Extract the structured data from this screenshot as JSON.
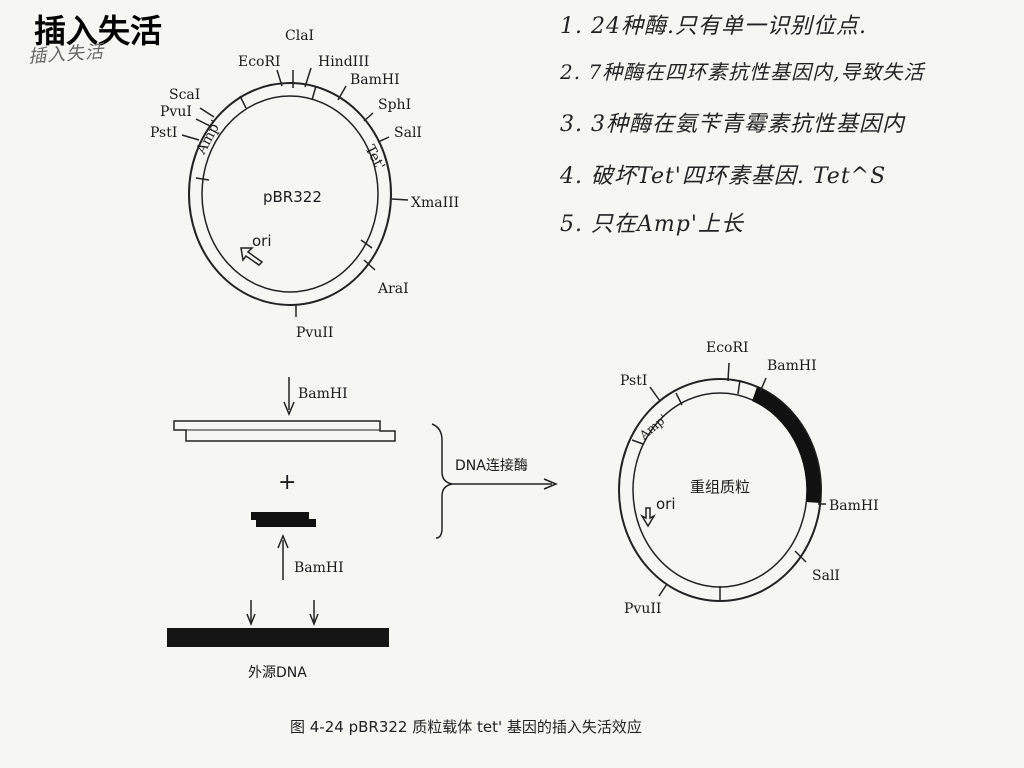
{
  "title": "插入失活",
  "handwriting": {
    "left_scribble": "插入失活",
    "notes": [
      "1. 24种酶.只有单一识别位点.",
      "2. 7种酶在四环素抗性基因内,导致失活",
      "3. 3种酶在氨苄青霉素抗性基因内",
      "4. 破坏Tet'四环素基因. Tet^S",
      "5. 只在Amp'上长"
    ]
  },
  "plasmid_top": {
    "name": "pBR322",
    "ori": "ori",
    "amp": "Amp'",
    "tet": "Tet'",
    "sites": {
      "clai": "ClaI",
      "ecori": "EcoRI",
      "hindiii": "HindIII",
      "bamhi": "BamHI",
      "sphi": "SphI",
      "sali": "SalI",
      "xmaiii": "XmaIII",
      "arai": "AraI",
      "pvuii": "PvuII",
      "scai": "ScaI",
      "pvui": "PvuI",
      "psti": "PstI"
    }
  },
  "process": {
    "bamhi_top": "BamHI",
    "plus": "+",
    "bamhi_bottom": "BamHI",
    "foreign_dna": "外源DNA",
    "ligase": "DNA连接酶"
  },
  "plasmid_recomb": {
    "name": "重组质粒",
    "ori": "ori",
    "amp": "Amp'",
    "sites": {
      "psti": "PstI",
      "ecori": "EcoRI",
      "bamhi_top": "BamHI",
      "bamhi_right": "BamHI",
      "sali": "SalI",
      "pvuii": "PvuII"
    }
  },
  "caption": "图 4-24  pBR322 质粒载体 tet' 基因的插入失活效应"
}
